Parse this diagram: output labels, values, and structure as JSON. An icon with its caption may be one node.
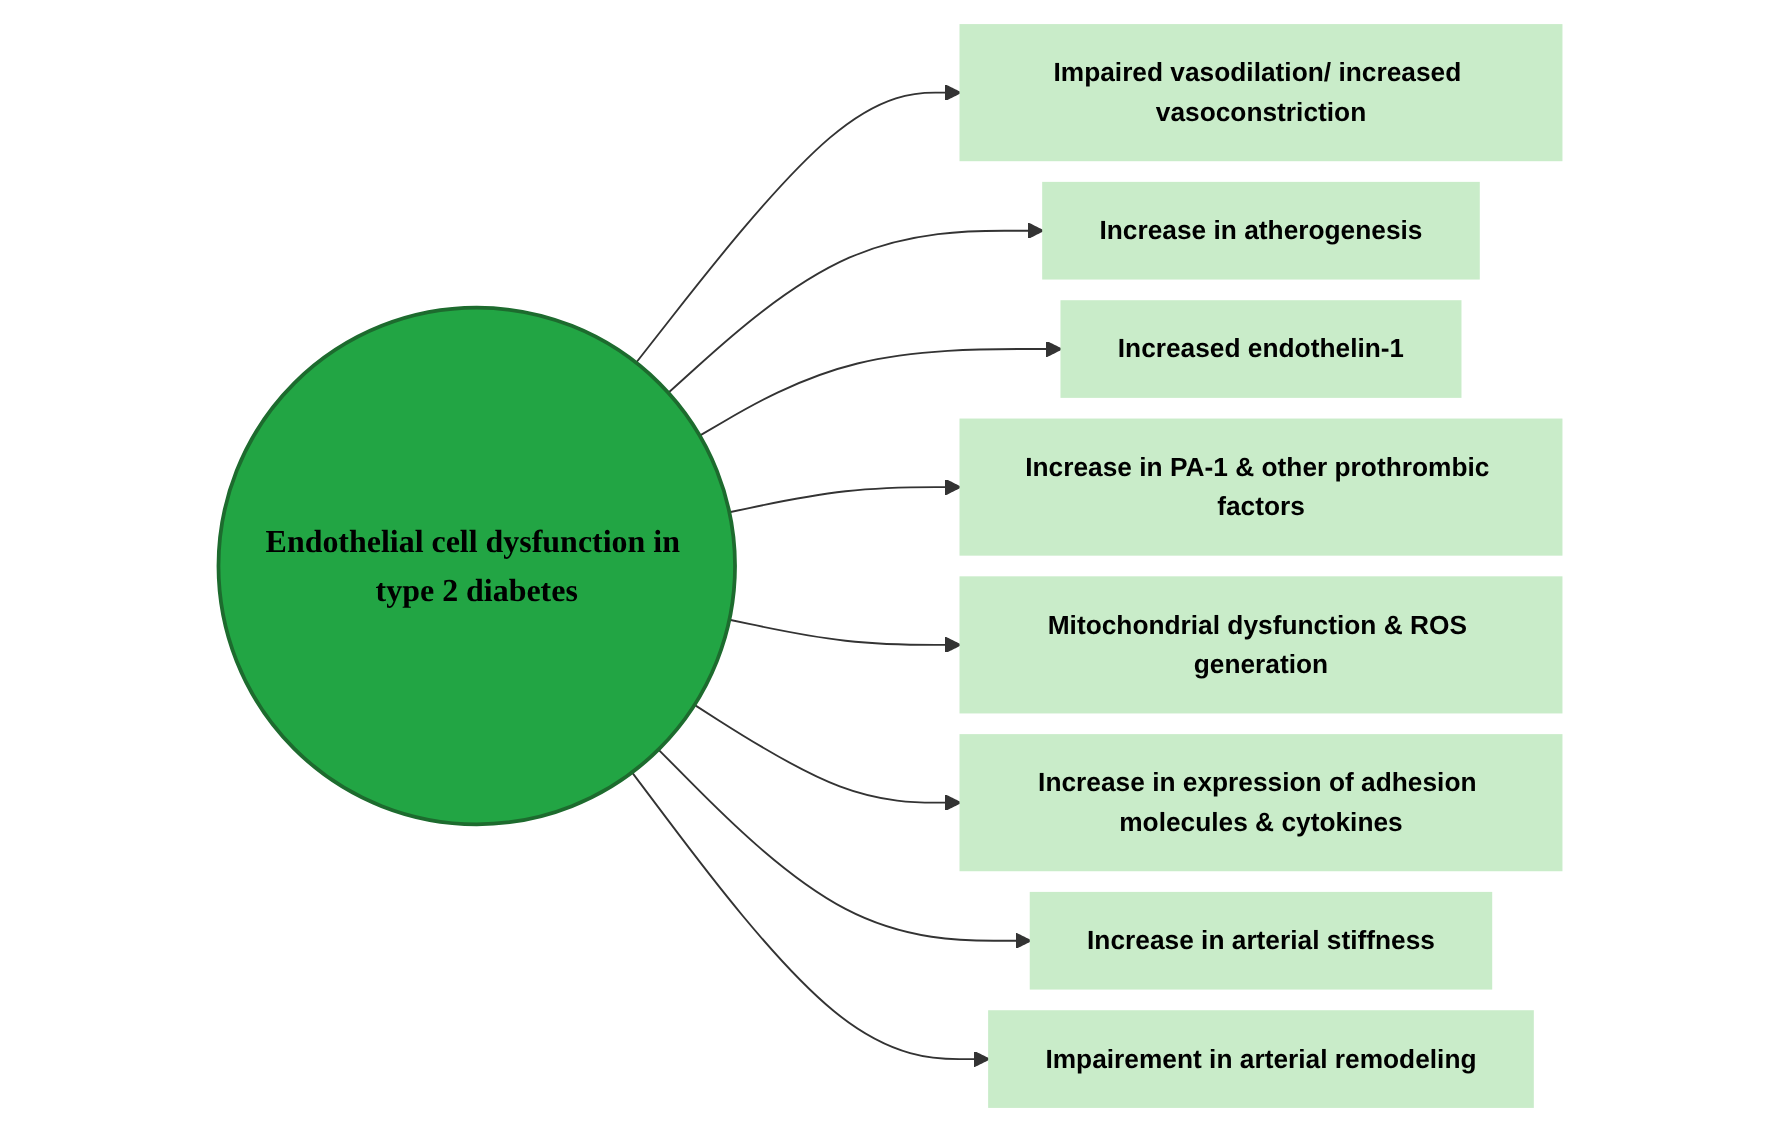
{
  "diagram": {
    "nodes": [
      {
        "text": [
          "Impaired vasodilation/ increased vasoconstriction"
        ]
      },
      {
        "text": [
          "Increase in atherogenesis"
        ]
      },
      {
        "text": [
          "Increased endothelin-1"
        ]
      },
      {
        "text": [
          "Increase in PA-1 & other prothrombic factors"
        ]
      },
      {
        "text": [
          "Endothelial cell dysfunction in type 2 diabetes"
        ]
      },
      {
        "text": [
          "Mitochondrial dysfunction & ROS generation"
        ]
      },
      {
        "text": [
          "Increase in expression of adhesion molecules & cytokines"
        ]
      },
      {
        "text": [
          "Increase in arterial stiffness"
        ]
      },
      {
        "text": [
          "Impairement in arterial remodeling"
        ]
      }
    ],
    "edges": [
      {
        "from": 4,
        "to": 0,
        "arrow": "to"
      },
      {
        "from": 4,
        "to": 1,
        "arrow": "to"
      },
      {
        "from": 4,
        "to": 2,
        "arrow": "to"
      },
      {
        "from": 4,
        "to": 3,
        "arrow": "to"
      },
      {
        "from": 4,
        "to": 5,
        "arrow": "to"
      },
      {
        "from": 4,
        "to": 6,
        "arrow": "to"
      },
      {
        "from": 4,
        "to": 7,
        "arrow": "to"
      },
      {
        "from": 4,
        "to": 8,
        "arrow": "to"
      }
    ]
  }
}
